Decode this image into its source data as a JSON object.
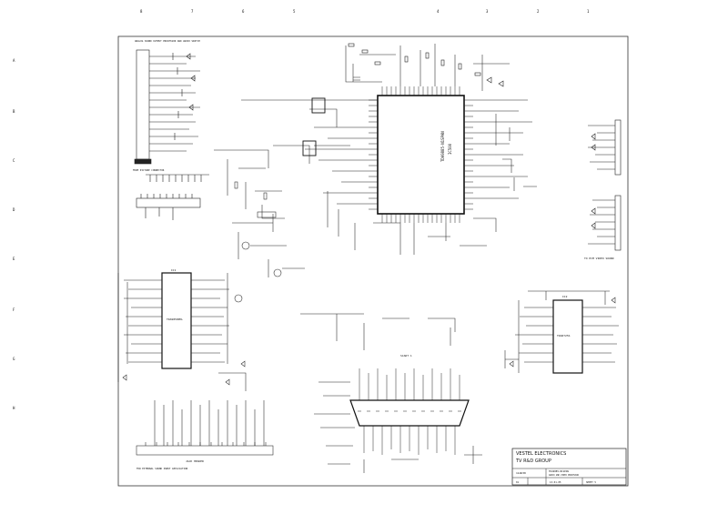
{
  "sheet": {
    "col_marks": [
      "8",
      "7",
      "6",
      "5",
      "4",
      "3",
      "2",
      "1"
    ],
    "row_marks": [
      "A",
      "B",
      "C",
      "D",
      "E",
      "F",
      "G",
      "H"
    ]
  },
  "chips": {
    "u1": {
      "part": "TDA9885-N1SPAN",
      "ref": "IC500"
    },
    "u2": {
      "part": "TDA9850PKL",
      "ref": "IC1"
    },
    "u3": {
      "part": "TDA8725S",
      "ref": "IC2"
    }
  },
  "connectors": {
    "scart_label": "SCART 1",
    "right_header_label": "TO PCM VIDEO SOUND",
    "bottom_header_label": "JACK HEADER",
    "left_header_label": "FROM PICTURE CONNECTOR"
  },
  "notes": {
    "top_note": "ANALOG SOUND OUTPUT PROCESSOR AND AUDIO SWITCH",
    "bottom_note": "FOR EXTERNAL SOUND INPUT APPLICATION"
  },
  "title_block": {
    "company": "VESTEL ELECTRONICS",
    "group": "TV R&D GROUP",
    "model": "11AK30",
    "description": "TDA9885-N1SPAN",
    "description2": "AUDIO AND VIDEO PROCESSOR",
    "sheet": "01",
    "date": "13.01.05",
    "draw_no": "SHEET 5"
  }
}
